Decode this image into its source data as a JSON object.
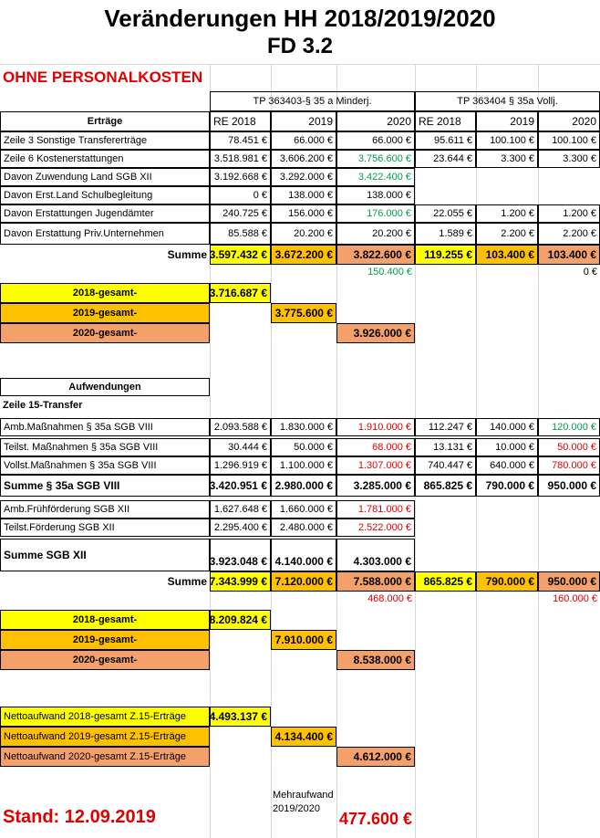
{
  "title": "Veränderungen HH 2018/2019/2020",
  "subtitle": "FD 3.2",
  "notice": "OHNE PERSONALKOSTEN",
  "groups": {
    "tp1": "TP 363403-§ 35 a Minderj.",
    "tp2": "TP 363404 § 35a Vollj."
  },
  "cols": {
    "re2018": "RE 2018",
    "y2019": "2019",
    "y2020": "2020"
  },
  "ertraege": {
    "header": "Erträge",
    "rows": [
      {
        "label": "Zeile 3 Sonstige Transfererträge",
        "v": [
          "78.451 €",
          "66.000 €",
          "66.000 €",
          "95.611 €",
          "100.100 €",
          "100.100 €"
        ]
      },
      {
        "label": "Zeile 6 Kostenerstattungen",
        "v": [
          "3.518.981 €",
          "3.606.200 €",
          "3.756.600 €",
          "23.644 €",
          "3.300 €",
          "3.300 €"
        ]
      },
      {
        "label": "Davon Zuwendung Land SGB XII",
        "v": [
          "3.192.668 €",
          "3.292.000 €",
          "3.422.400 €",
          "",
          "",
          ""
        ]
      },
      {
        "label": "Davon Erst.Land Schulbegleitung",
        "v": [
          "0 €",
          "138.000 €",
          "138.000 €",
          "",
          "",
          ""
        ]
      },
      {
        "label": "Davon Erstattungen Jugendämter",
        "v": [
          "240.725 €",
          "156.000 €",
          "176.000 €",
          "22.055 €",
          "1.200 €",
          "1.200 €"
        ]
      },
      {
        "label": "Davon Erstattung Priv.Unternehmen",
        "v": [
          "85.588 €",
          "20.200 €",
          "20.200 €",
          "1.589 €",
          "2.200 €",
          "2.200 €"
        ]
      }
    ],
    "summe_label": "Summe",
    "summe": [
      "3.597.432 €",
      "3.672.200 €",
      "3.822.600 €",
      "119.255 €",
      "103.400 €",
      "103.400 €"
    ],
    "diff": [
      "150.400 €",
      "0 €"
    ],
    "gesamt": [
      {
        "label": "2018-gesamt-",
        "value": "3.716.687 €"
      },
      {
        "label": "2019-gesamt-",
        "value": "3.775.600 €"
      },
      {
        "label": "2020-gesamt-",
        "value": "3.926.000 €"
      }
    ]
  },
  "aufwendungen": {
    "header": "Aufwendungen",
    "sub": "Zeile 15-Transfer",
    "rows": [
      {
        "label": "Amb.Maßnahmen § 35a SGB VIII",
        "v": [
          "2.093.588 €",
          "1.830.000 €",
          "1.910.000 €",
          "112.247 €",
          "140.000 €",
          "120.000 €"
        ]
      },
      {
        "label": "Teilst. Maßnahmen § 35a SGB VIII",
        "v": [
          "30.444 €",
          "50.000 €",
          "68.000 €",
          "13.131 €",
          "10.000 €",
          "50.000 €"
        ]
      },
      {
        "label": "Vollst.Maßnahmen § 35a SGB VIII",
        "v": [
          "1.296.919 €",
          "1.100.000 €",
          "1.307.000 €",
          "740.447 €",
          "640.000 €",
          "780.000 €"
        ]
      }
    ],
    "summe35a": {
      "label": "Summe § 35a SGB VIII",
      "v": [
        "3.420.951 €",
        "2.980.000 €",
        "3.285.000 €",
        "865.825 €",
        "790.000 €",
        "950.000 €"
      ]
    },
    "rows2": [
      {
        "label": "Amb.Frühförderung SGB XII",
        "v": [
          "1.627.648 €",
          "1.660.000 €",
          "1.781.000 €"
        ]
      },
      {
        "label": "Teilst.Förderung SGB XII",
        "v": [
          "2.295.400 €",
          "2.480.000 €",
          "2.522.000 €"
        ]
      }
    ],
    "summe_sgbxii": {
      "label": "Summe SGB XII",
      "v": [
        "3.923.048 €",
        "4.140.000 €",
        "4.303.000 €"
      ]
    },
    "summe_label": "Summe",
    "summe": [
      "7.343.999 €",
      "7.120.000 €",
      "7.588.000 €",
      "865.825 €",
      "790.000 €",
      "950.000 €"
    ],
    "diff": [
      "468.000 €",
      "160.000 €"
    ],
    "gesamt": [
      {
        "label": "2018-gesamt-",
        "value": "8.209.824 €"
      },
      {
        "label": "2019-gesamt-",
        "value": "7.910.000 €"
      },
      {
        "label": "2020-gesamt-",
        "value": "8.538.000 €"
      }
    ]
  },
  "netto": [
    {
      "label": "Nettoaufwand 2018-gesamt Z.15-Erträge",
      "value": "4.493.137 €"
    },
    {
      "label": "Nettoaufwand 2019-gesamt Z.15-Erträge",
      "value": "4.134.400 €"
    },
    {
      "label": "Nettoaufwand 2020-gesamt Z.15-Erträge",
      "value": "4.612.000 €"
    }
  ],
  "stand": "Stand: 12.09.2019",
  "mehraufwand_label": "Mehraufwand 2019/2020",
  "mehraufwand_value": "477.600 €",
  "colors": {
    "yellow": "#ffff00",
    "orange": "#ffc000",
    "salmon": "#f4a06a",
    "red": "#e00000",
    "green": "#00a050"
  }
}
